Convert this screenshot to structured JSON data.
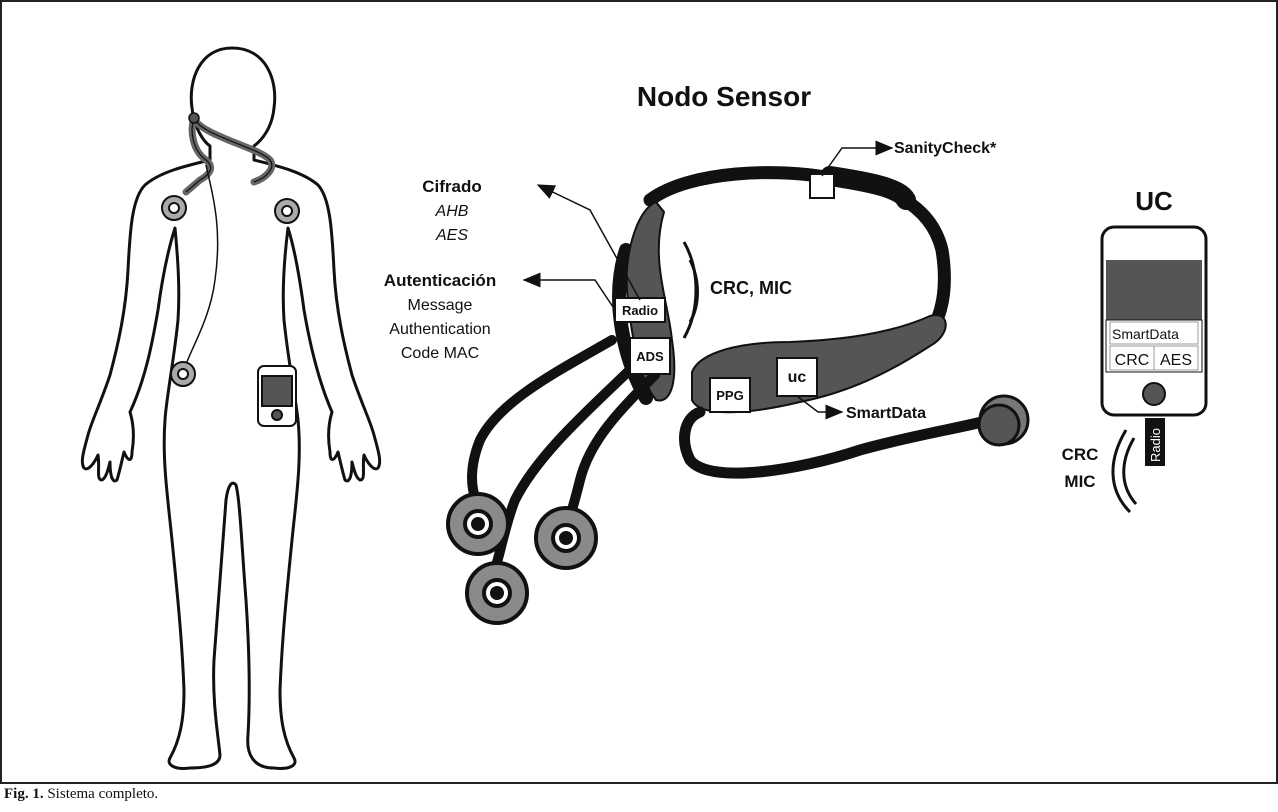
{
  "title": "Nodo Sensor",
  "cifrado": {
    "heading": "Cifrado",
    "items": [
      "AHB",
      "AES"
    ]
  },
  "autenticacion": {
    "heading": "Autenticación",
    "lines": [
      "Message",
      "Authentication",
      "Code MAC"
    ]
  },
  "sensor_blocks": {
    "radio": "Radio",
    "ads": "ADS",
    "ppg": "PPG",
    "uc": "uc"
  },
  "signal_label": "CRC, MIC",
  "sanity_label": "SanityCheck*",
  "smartdata_label": "SmartData",
  "uc_device": {
    "title": "UC",
    "screen_label": "SmartData",
    "cells": [
      "CRC",
      "AES"
    ],
    "radio_label": "Radio",
    "signal_lines": [
      "CRC",
      "MIC"
    ]
  },
  "caption": {
    "number": "Fig. 1.",
    "text": "Sistema completo."
  },
  "colors": {
    "dark_gray": "#555555",
    "ring_gray": "#8a8a8a",
    "outline": "#111111"
  }
}
